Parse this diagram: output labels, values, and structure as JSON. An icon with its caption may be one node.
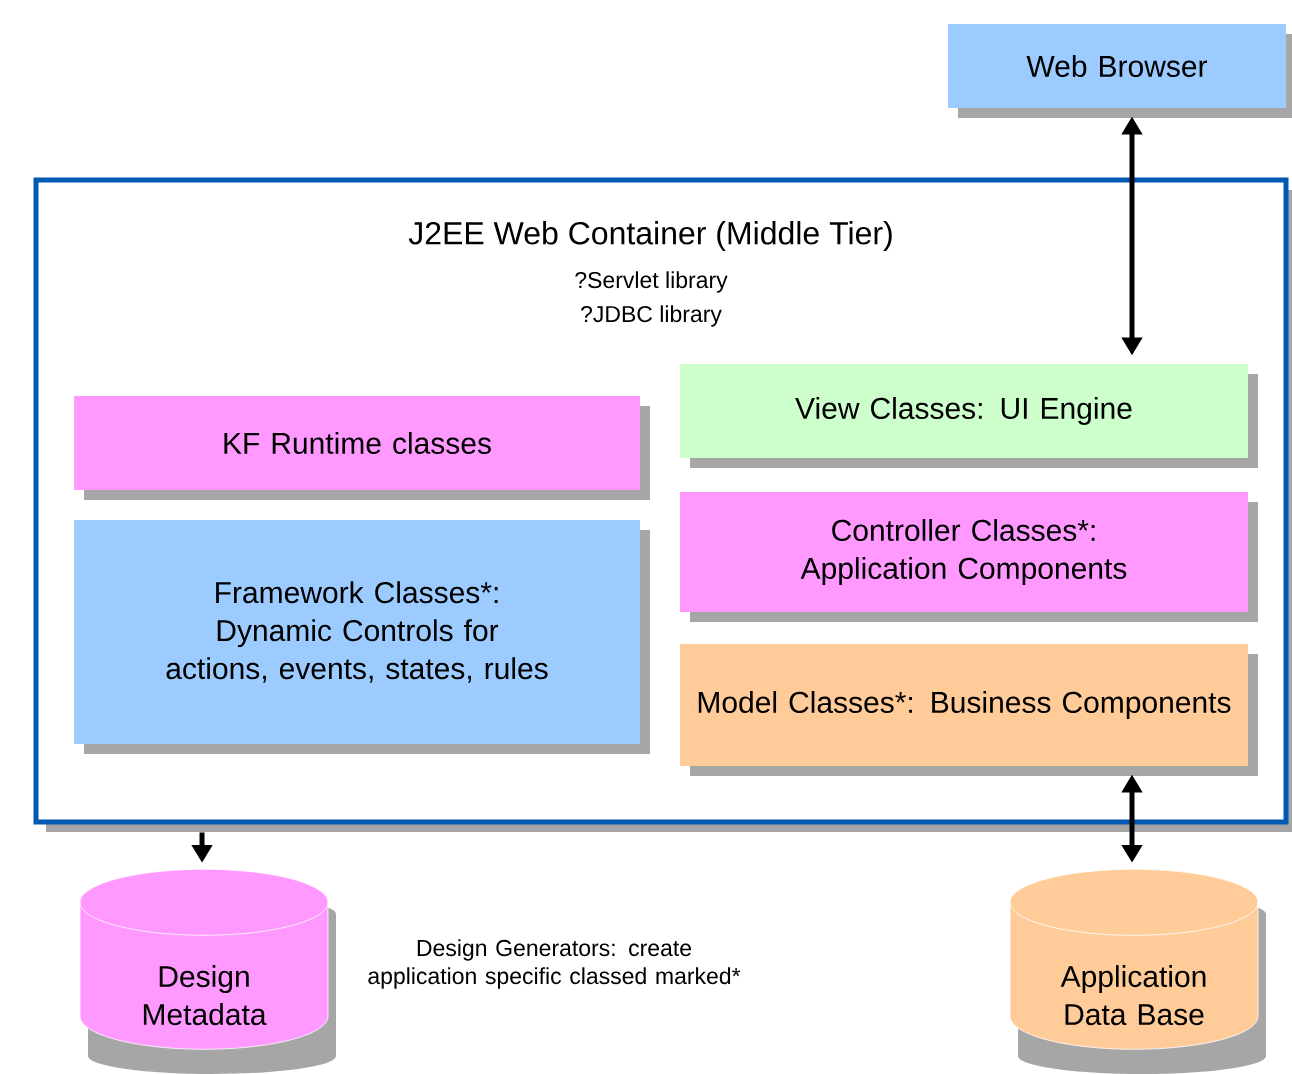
{
  "diagram": {
    "nodes": [
      {
        "text": [
          "Web Browser"
        ]
      },
      {
        "text": [
          "J2EE Web Container (Middle Tier)",
          "?Servlet library",
          "?JDBC library"
        ]
      },
      {
        "text": [
          "View Classes: UI Engine"
        ],
        "in": 1
      },
      {
        "text": [
          "KF Runtime classes"
        ],
        "in": 1
      },
      {
        "text": [
          "Controller Classes*: Application Components"
        ],
        "in": 1
      },
      {
        "text": [
          "Framework Classes*: Dynamic Controls for actions, events, states, rules"
        ],
        "in": 1
      },
      {
        "text": [
          "Model Classes*: Business Components"
        ],
        "in": 1
      },
      {
        "text": [
          "Design Metadata"
        ]
      },
      {
        "text": [
          "Application Data Base"
        ]
      }
    ],
    "edges": [
      {
        "from": 0,
        "to": 2,
        "arrow": "both"
      },
      {
        "from": 1,
        "to": 7,
        "arrow": "to"
      },
      {
        "from": 6,
        "to": 8,
        "arrow": "both"
      }
    ],
    "labels": [
      "Design Generators: create application specific classed marked*"
    ]
  }
}
